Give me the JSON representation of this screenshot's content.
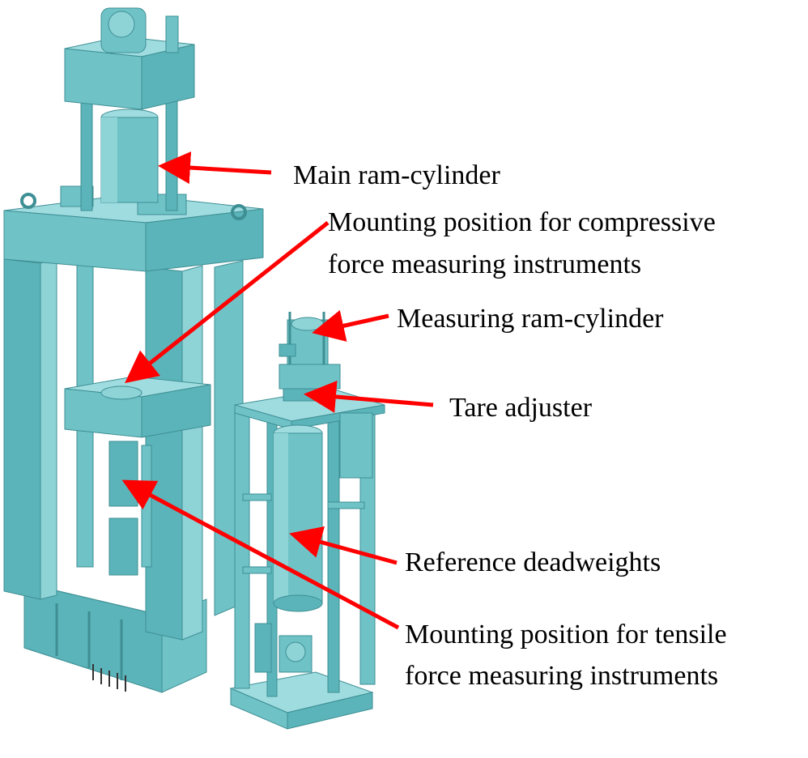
{
  "colors": {
    "machine": "#6FC3C7",
    "machine_light": "#9FDCDF",
    "machine_dark": "#3E8F94",
    "arrow": "#FF0000",
    "text": "#000000",
    "background": "#FFFFFF"
  },
  "labels": {
    "main_ram_cylinder": "Main ram-cylinder",
    "compressive_line1": "Mounting position for compressive",
    "compressive_line2": "force measuring instruments",
    "measuring_ram_cylinder": "Measuring ram-cylinder",
    "tare_adjuster": "Tare adjuster",
    "reference_deadweights": "Reference deadweights",
    "tensile_line1": "Mounting position for tensile",
    "tensile_line2": "force measuring instruments"
  }
}
